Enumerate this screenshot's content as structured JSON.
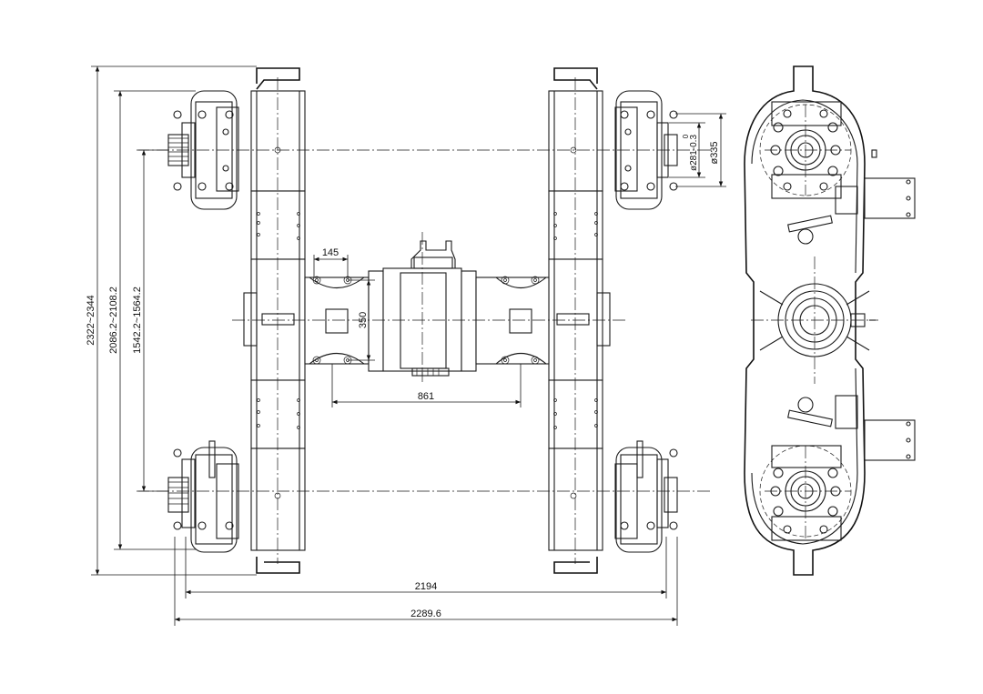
{
  "dimensions": {
    "overall_height": "2322~2344",
    "wheelbase_outer": "2086.2~2108.2",
    "wheelbase_inner": "1542.2~1564.2",
    "bolster_width": "145",
    "bolster_height": "350",
    "transverse_span": "861",
    "gauge_inner": "2194",
    "gauge_outer": "2289.6",
    "axle_dia": "ø281-0.3",
    "axle_tol": "0",
    "bearing_dia": "ø335"
  },
  "colors": {
    "line": "#1a1a1a",
    "background": "#ffffff"
  }
}
